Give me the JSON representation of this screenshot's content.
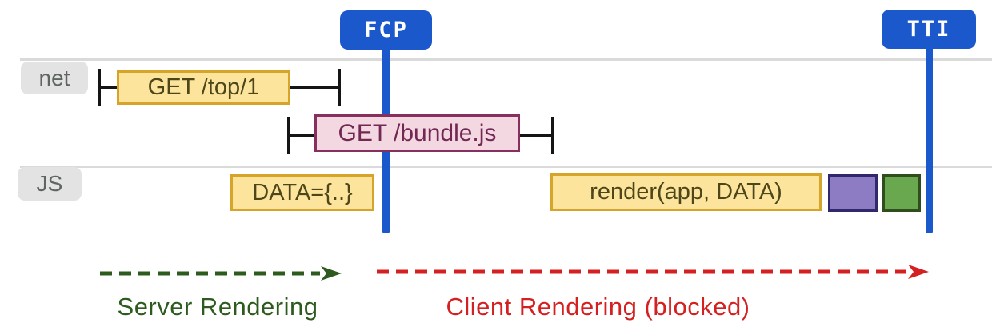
{
  "diagram": {
    "type": "performance-timeline",
    "markers": [
      {
        "id": "fcp",
        "label": "FCP"
      },
      {
        "id": "tti",
        "label": "TTI"
      }
    ],
    "tracks": [
      {
        "id": "net",
        "label": "net"
      },
      {
        "id": "js",
        "label": "JS"
      }
    ],
    "network_requests": [
      {
        "label": "GET /top/1"
      },
      {
        "label": "GET /bundle.js"
      }
    ],
    "js_tasks": [
      {
        "label": "DATA={..}"
      },
      {
        "label": "render(app, DATA)"
      },
      {
        "label": ""
      },
      {
        "label": ""
      }
    ],
    "phases": [
      {
        "label": "Server Rendering",
        "color": "#2d5b1e"
      },
      {
        "label": "Client Rendering (blocked)",
        "color": "#d42020"
      }
    ],
    "colors": {
      "marker_blue": "#1a58cb",
      "track_line": "#dadada",
      "track_label_bg": "#e3e3e3",
      "track_label_text": "#5f6560",
      "whisker_black": "#151515",
      "yellow_fill": "#fce49d",
      "yellow_border": "#d7a42a",
      "yellow_text": "#4d4619",
      "pink_fill": "#f3d8e2",
      "pink_border": "#87305f",
      "pink_text": "#732853",
      "purple_fill": "#8d7cc4",
      "purple_border": "#31286b",
      "green_fill": "#69a84f",
      "green_border": "#2f4d1d",
      "server_green": "#2d5b1e",
      "client_red": "#d42020"
    }
  }
}
